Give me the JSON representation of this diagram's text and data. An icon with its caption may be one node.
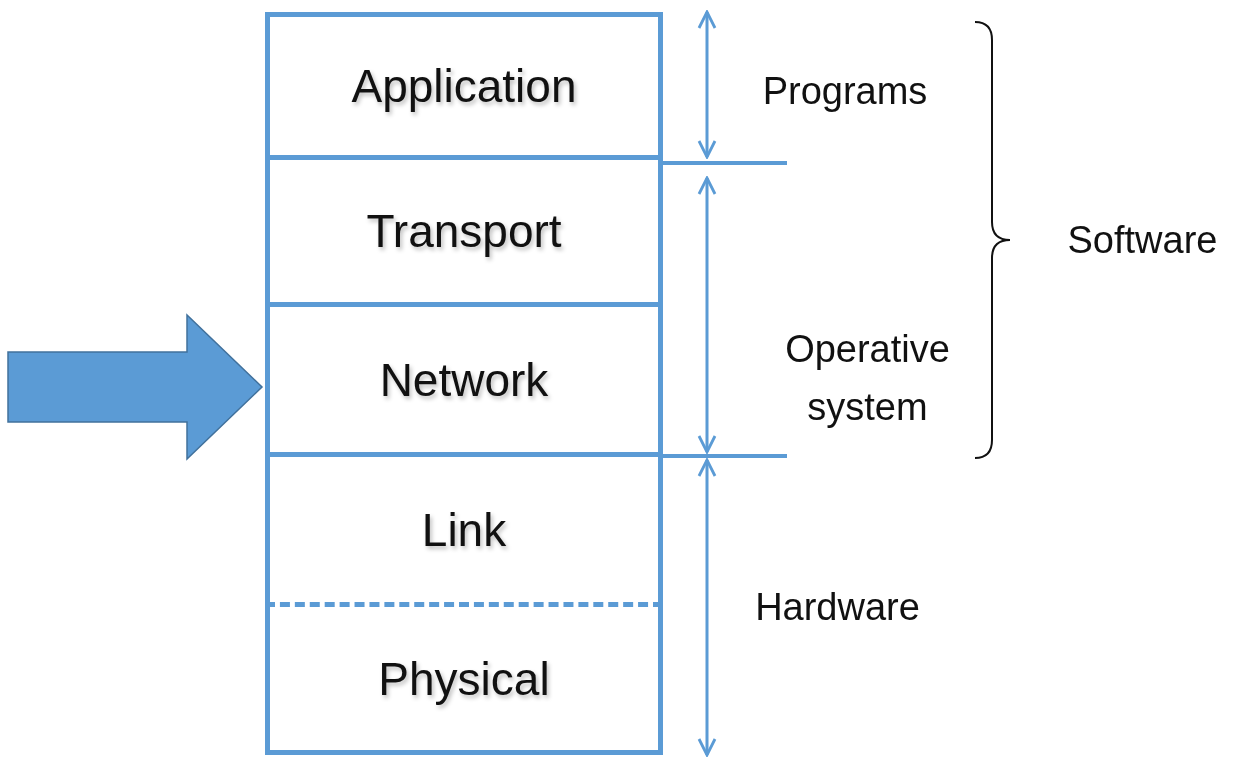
{
  "diagram": {
    "nodes": [
      {
        "text": [
          "Application"
        ]
      },
      {
        "text": [
          "Transport"
        ]
      },
      {
        "text": [
          "Network"
        ]
      },
      {
        "text": [
          "Link"
        ]
      },
      {
        "text": [
          "Physical"
        ]
      }
    ],
    "edges": [
      {
        "from": null,
        "to": 2,
        "arrow": "to",
        "style": "thick"
      }
    ],
    "labels": [
      "Programs",
      "Software",
      "Operative system",
      "Hardware"
    ]
  }
}
